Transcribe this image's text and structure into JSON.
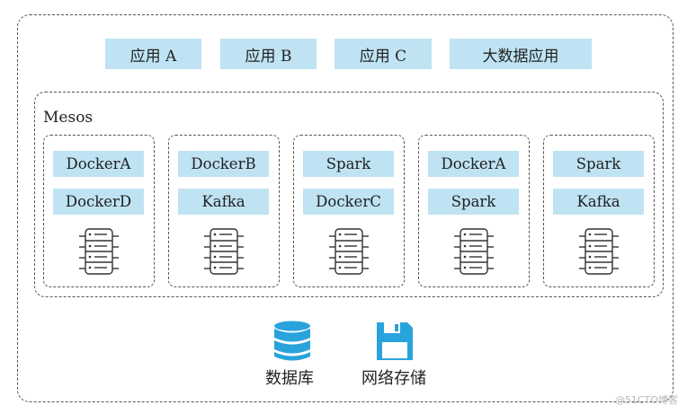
{
  "apps": [
    "应用 A",
    "应用 B",
    "应用 C",
    "大数据应用"
  ],
  "mesos": {
    "label": "Mesos",
    "nodes": [
      {
        "top": "DockerA",
        "bottom": "DockerD"
      },
      {
        "top": "DockerB",
        "bottom": "Kafka"
      },
      {
        "top": "Spark",
        "bottom": "DockerC"
      },
      {
        "top": "DockerA",
        "bottom": "Spark"
      },
      {
        "top": "Spark",
        "bottom": "Kafka"
      }
    ]
  },
  "storage": {
    "database_label": "数据库",
    "network_storage_label": "网络存储"
  },
  "watermark": "@51CTO博客",
  "colors": {
    "chip_fill": "#bfe3f3",
    "icon_blue": "#29a3dc",
    "border": "#555555"
  },
  "icons": {
    "server": "server-rack-icon",
    "database": "database-icon",
    "network_storage": "floppy-disk-icon"
  }
}
